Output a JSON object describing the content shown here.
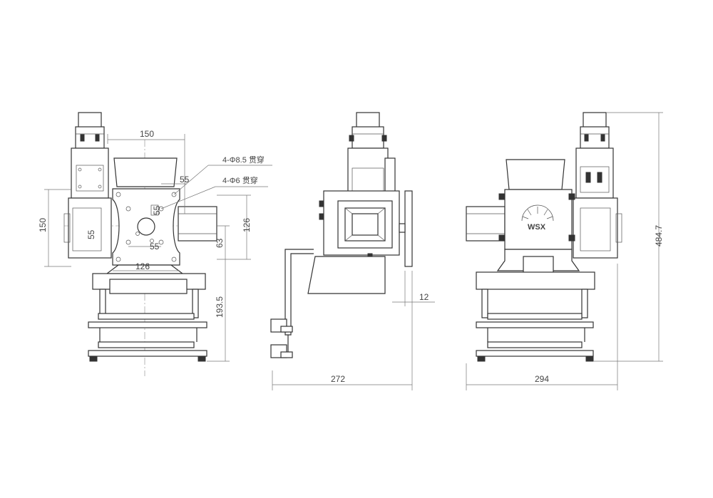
{
  "front_view": {
    "dims": {
      "top_width": "150",
      "left_height": "150",
      "right_height": "126",
      "bolt_x": "55",
      "bolt_y": "55",
      "inner_55": "55",
      "left_55": "55",
      "bottom_126": "126",
      "dim_63": "63",
      "dim_193_5": "193.5"
    },
    "notes": {
      "hole_large": "4-Φ8.5 贯穿",
      "hole_small": "4-Φ6 贯穿"
    }
  },
  "side_view": {
    "dims": {
      "width": "272",
      "plate": "12"
    }
  },
  "rear_view": {
    "dims": {
      "width": "294",
      "height": "484.7"
    },
    "logo_text": "WSX"
  }
}
